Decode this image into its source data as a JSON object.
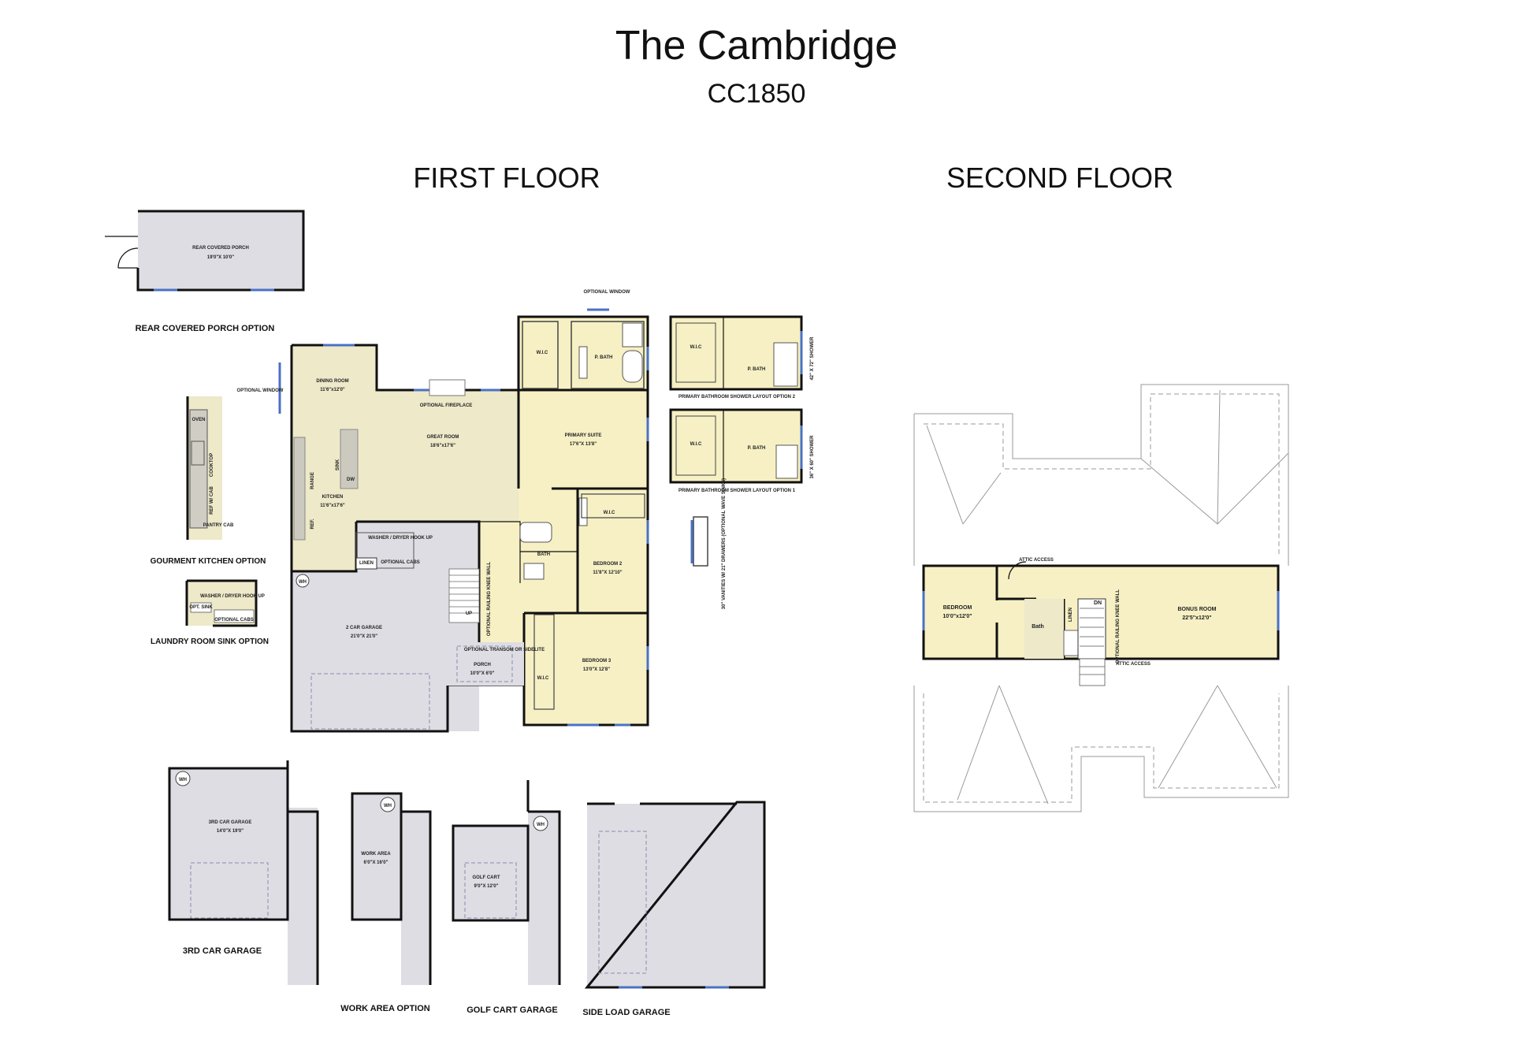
{
  "plan": {
    "title": "The Cambridge",
    "code": "CC1850",
    "first_floor_heading": "FIRST FLOOR",
    "second_floor_heading": "SECOND FLOOR"
  },
  "first_floor": {
    "rooms": {
      "dining_name": "DINING ROOM",
      "dining_size": "11'6\"x12'0\"",
      "great_name": "GREAT ROOM",
      "great_size": "18'6\"x17'6\"",
      "kitchen_name": "KITCHEN",
      "kitchen_size": "11'6\"x17'6\"",
      "primary_name": "PRIMARY SUITE",
      "primary_size": "17'6\"X 13'8\"",
      "bed2_name": "BEDROOM 2",
      "bed2_size": "11'8\"X 12'10\"",
      "bed3_name": "BEDROOM 3",
      "bed3_size": "13'0\"X 12'8\"",
      "garage_name": "2 CAR GARAGE",
      "garage_size": "21'0\"X 21'0\"",
      "porch_name": "PORCH",
      "porch_size": "10'0\"X 6'0\"",
      "wic": "W.I.C",
      "pbath": "P. BATH",
      "bath": "BATH",
      "linen": "LINEN",
      "washer": "WASHER / DRYER HOOK UP",
      "optional_cabs": "OPTIONAL CABS",
      "wh": "WH",
      "up": "UP",
      "sink": "SINK",
      "dw": "DW",
      "range": "RANGE",
      "ref": "REF.",
      "optional_fireplace": "OPTIONAL FIREPLACE",
      "optional_transom": "OPTIONAL TRANSOM OR SIDELITE",
      "optional_railing": "OPTIONAL RAILING KNEE WALL"
    },
    "notes": {
      "optional_window_top": "OPTIONAL WINDOW",
      "optional_window_left": "OPTIONAL WINDOW"
    }
  },
  "options": {
    "rear_porch_name": "REAR COVERED PORCH",
    "rear_porch_size": "19'0\"X 10'0\"",
    "rear_porch_caption": "REAR COVERED PORCH OPTION",
    "gourmet_caption": "GOURMENT KITCHEN OPTION",
    "gourmet_oven": "OVEN",
    "gourmet_cooktop": "COOKTOP",
    "gourmet_ref": "REF W/ CAB",
    "gourmet_pantry": "PANTRY CAB",
    "laundry_caption": "LAUNDRY ROOM SINK OPTION",
    "laundry_washer": "WASHER / DRYER HOOK UP",
    "laundry_sink": "OPT. SINK",
    "laundry_cabs": "OPTIONAL CABS",
    "shower2_caption": "PRIMARY BATHROOM SHOWER LAYOUT OPTION 2",
    "shower2_side": "42\" X 72\" SHOWER",
    "shower1_caption": "PRIMARY BATHROOM SHOWER LAYOUT OPTION 1",
    "shower1_side": "36\" X 60\" SHOWER",
    "vanity_note": "30\" VANITIES W/ 21\" DRAWERS (OPTIONAL WAVE SINKS)",
    "third_name": "3RD CAR GARAGE",
    "third_size": "14'0\"X 19'0\"",
    "third_caption": "3RD CAR GARAGE",
    "work_name": "WORK AREA",
    "work_size": "6'0\"X 16'0\"",
    "work_caption": "WORK AREA OPTION",
    "golf_name": "GOLF CART",
    "golf_size": "9'0\"X 12'0\"",
    "golf_caption": "GOLF CART GARAGE",
    "side_caption": "SIDE LOAD GARAGE"
  },
  "second_floor": {
    "bedroom_name": "BEDROOM",
    "bedroom_size": "10'0\"x12'0\"",
    "bath": "Bath",
    "bonus_name": "BONUS ROOM",
    "bonus_size": "22'5\"x12'0\"",
    "attic_access_top": "ATTIC ACCESS",
    "attic_access_bottom": "ATTIC ACCESS",
    "dn": "DN",
    "linen": "LINEN",
    "railing": "OPTIONAL RAILING KNEE WALL"
  },
  "colors": {
    "living": "#ede9c9",
    "bedroom": "#f6f0c4",
    "garage": "#dedde3",
    "window": "#4a72c4",
    "wall": "#111111"
  }
}
